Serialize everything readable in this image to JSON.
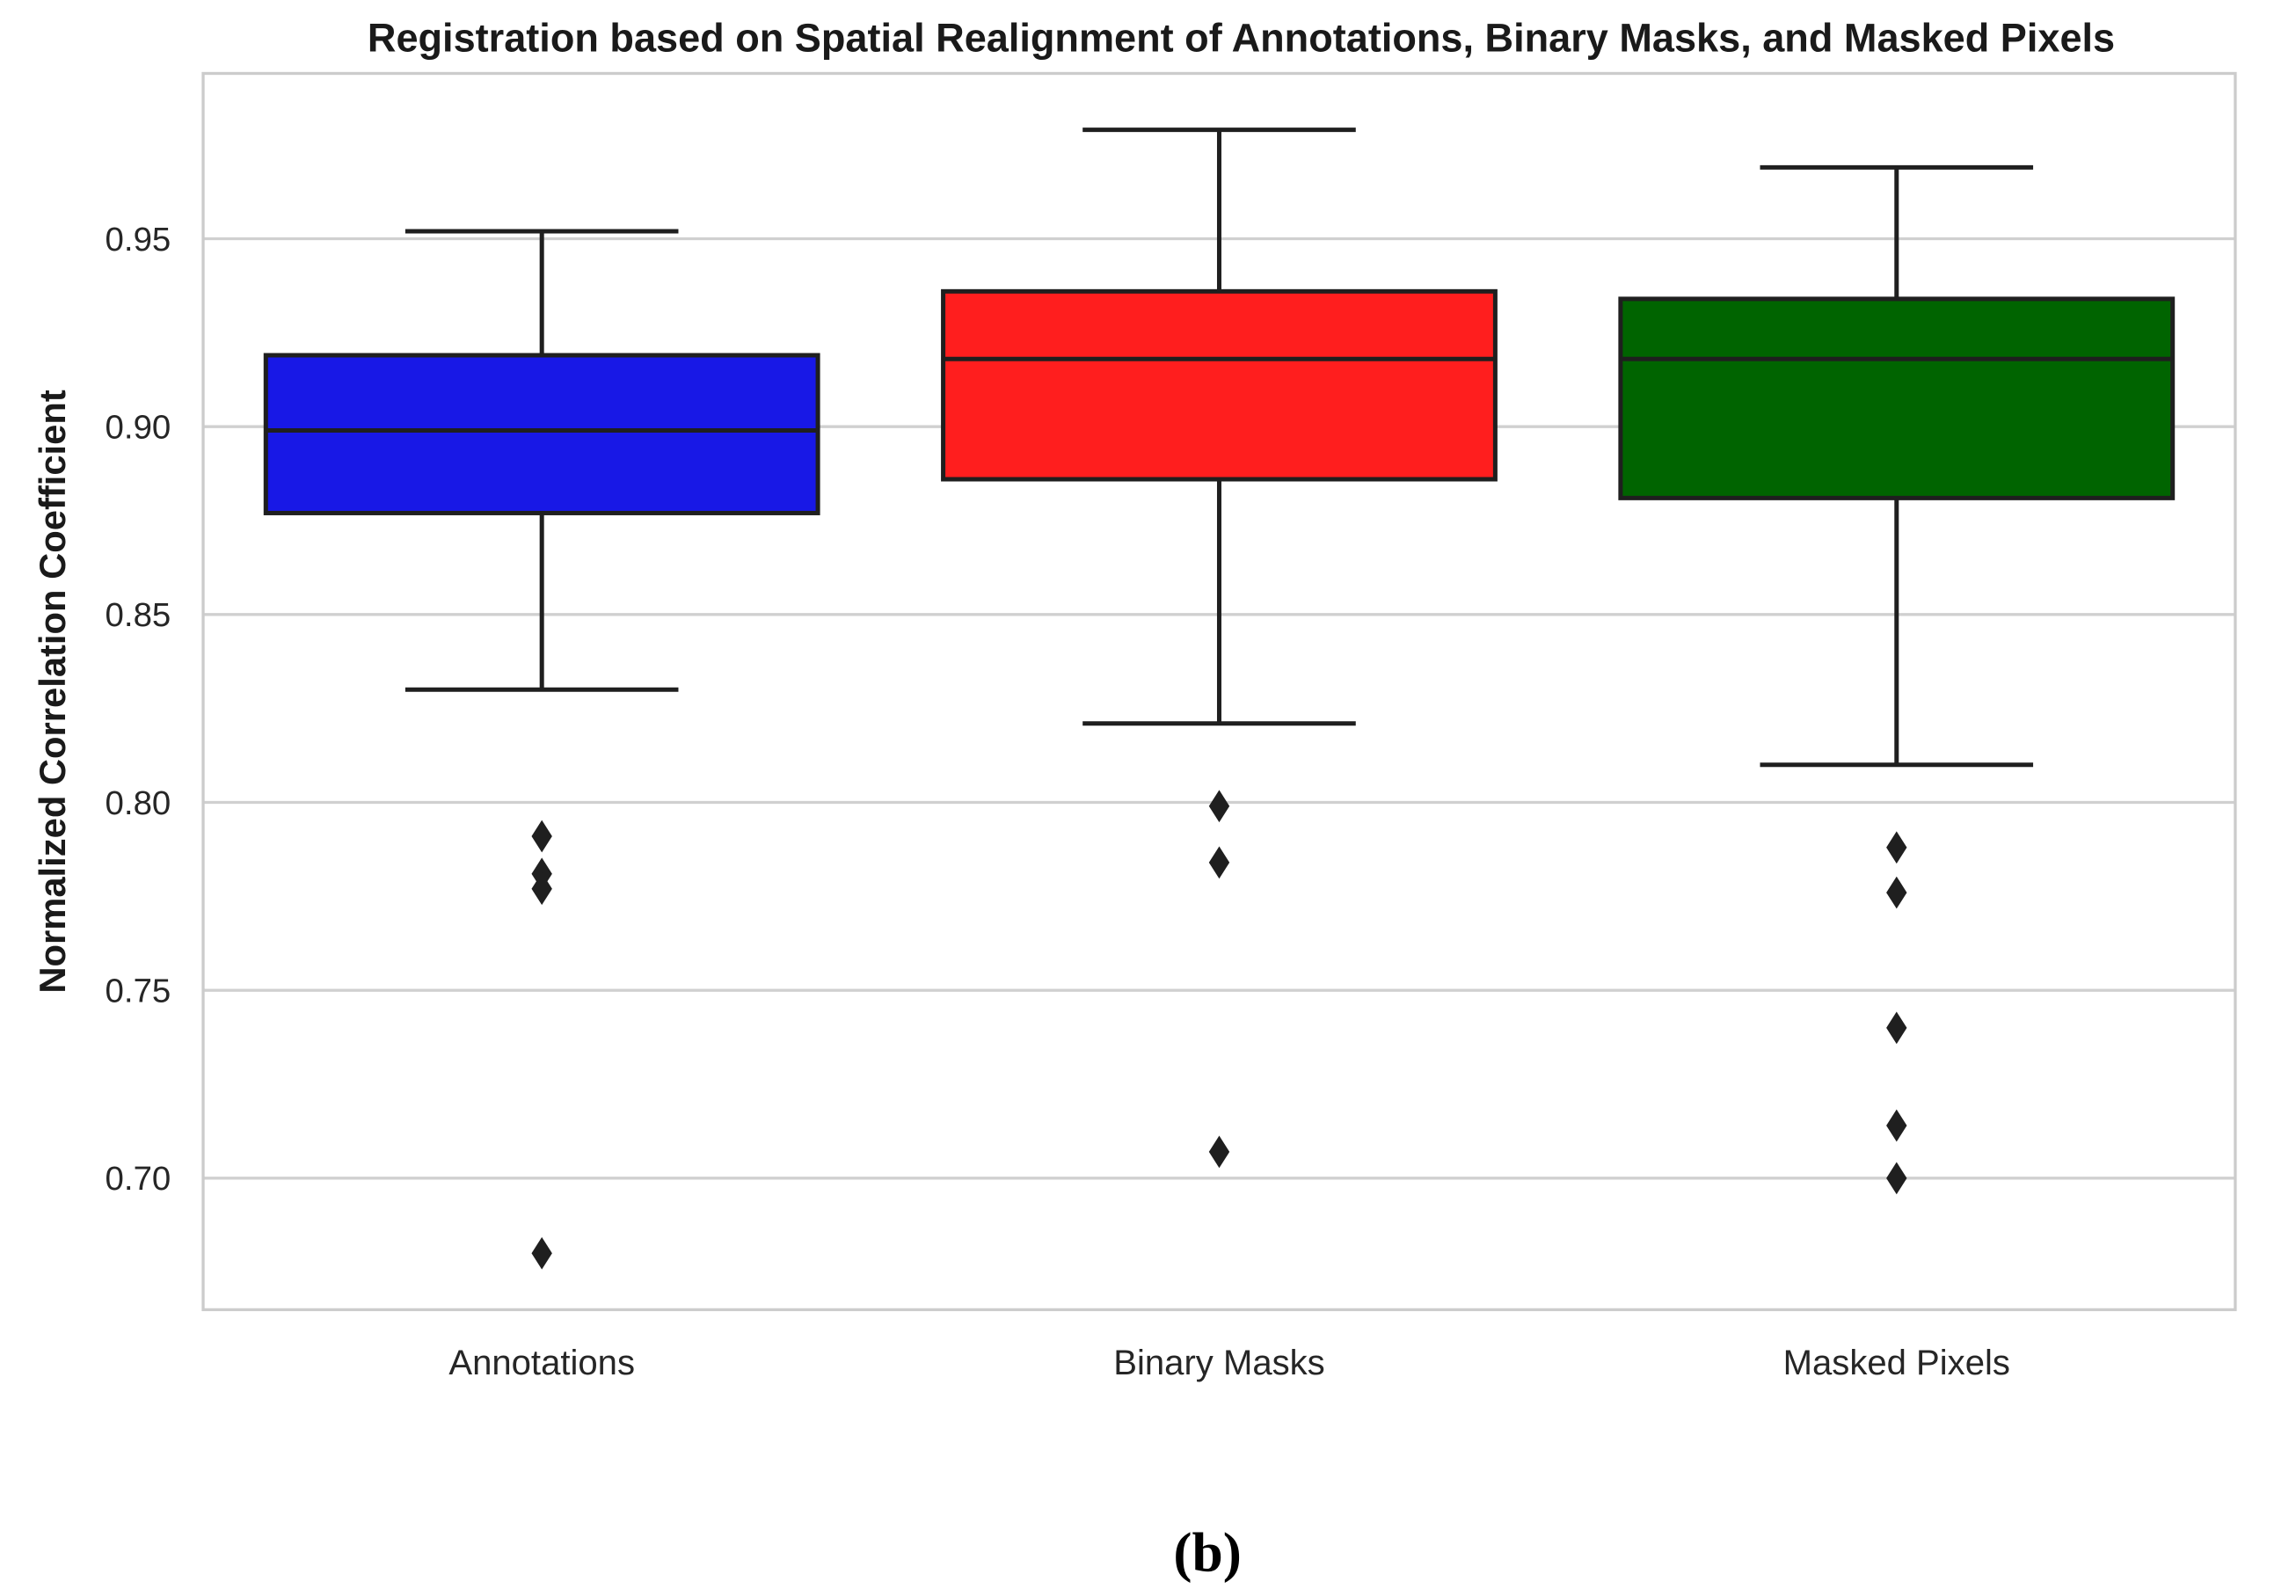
{
  "chart_data": {
    "type": "box",
    "title": "Registration based on Spatial Realignment of Annotations, Binary Masks, and Masked Pixels",
    "xlabel": "",
    "ylabel": "Normalized Correlation Coefficient",
    "ylim": [
      0.665,
      0.994
    ],
    "yticks": [
      "0.70",
      "0.75",
      "0.80",
      "0.85",
      "0.90",
      "0.95"
    ],
    "grid": true,
    "categories": [
      "Annotations",
      "Binary Masks",
      "Masked Pixels"
    ],
    "series": [
      {
        "category": "Annotations",
        "color": "#1818e6",
        "whisker_low": 0.83,
        "q1": 0.877,
        "median": 0.899,
        "q3": 0.919,
        "whisker_high": 0.952,
        "outliers": [
          0.791,
          0.781,
          0.777,
          0.68
        ]
      },
      {
        "category": "Binary Masks",
        "color": "#ff1e1e",
        "whisker_low": 0.821,
        "q1": 0.886,
        "median": 0.918,
        "q3": 0.936,
        "whisker_high": 0.979,
        "outliers": [
          0.799,
          0.784,
          0.707
        ]
      },
      {
        "category": "Masked Pixels",
        "color": "#006400",
        "whisker_low": 0.81,
        "q1": 0.881,
        "median": 0.918,
        "q3": 0.934,
        "whisker_high": 0.969,
        "outliers": [
          0.788,
          0.776,
          0.74,
          0.714,
          0.7
        ]
      }
    ],
    "panel_label": "(b)"
  }
}
